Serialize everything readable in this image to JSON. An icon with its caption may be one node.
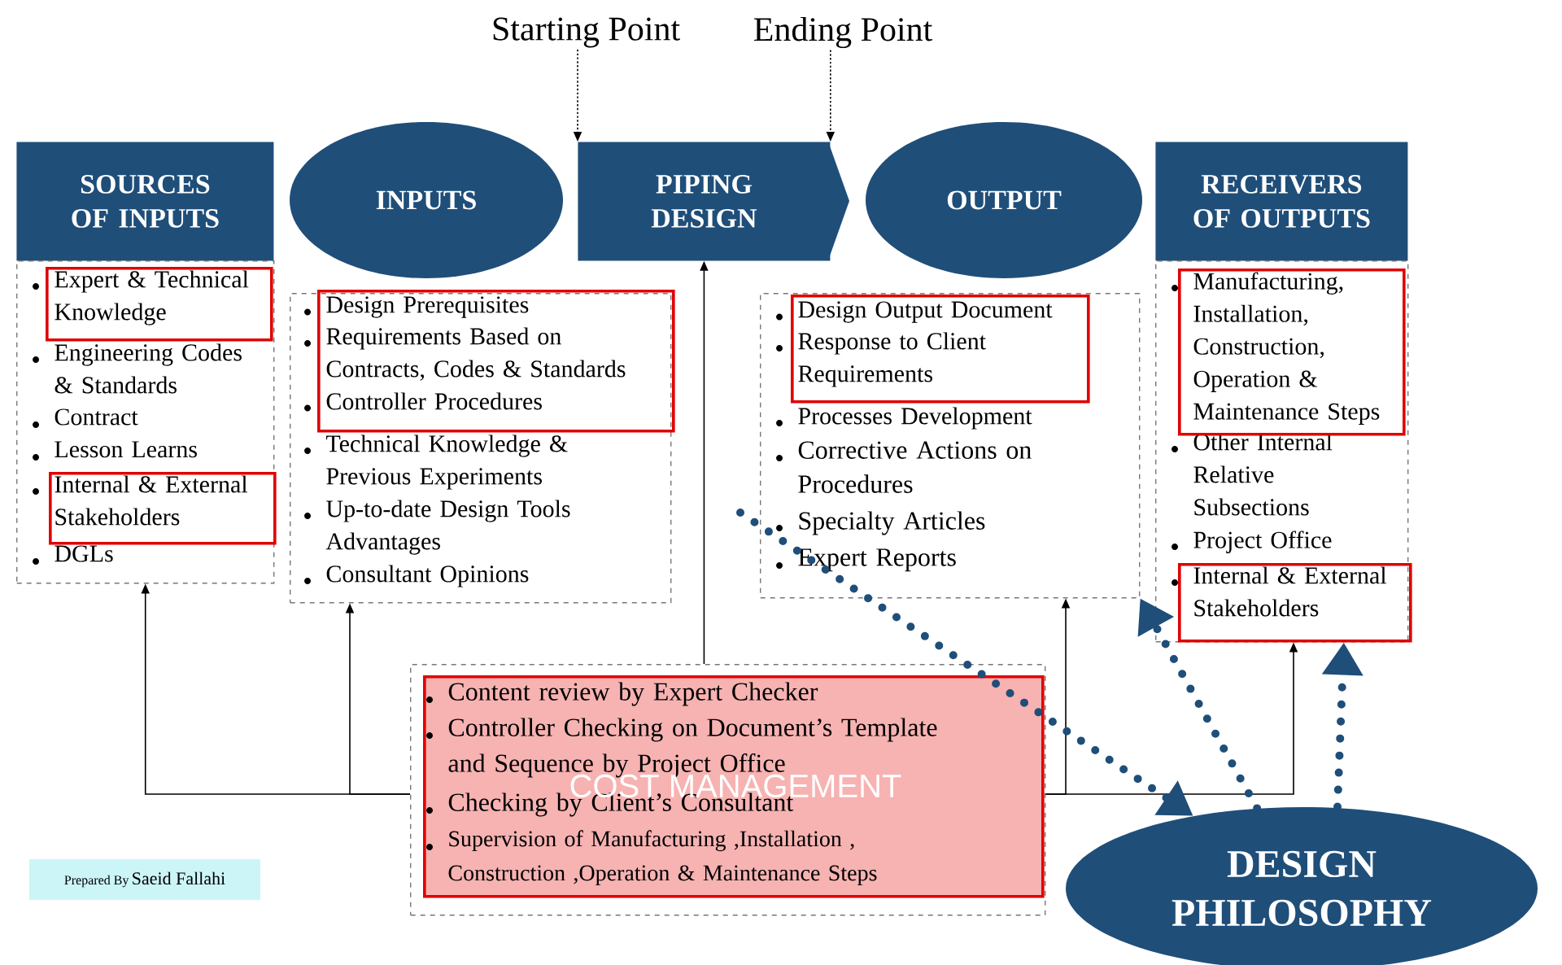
{
  "diagram": {
    "nodes": [
      {
        "text": [
          "SOURCES OF INPUTS"
        ]
      },
      {
        "text": [
          "Engineering Codes & Standards",
          "Contract",
          "Lesson Learns",
          "DGLs"
        ]
      },
      {
        "text": [
          "Expert & Technical Knowledge"
        ],
        "in": 1
      },
      {
        "text": [
          "Internal & External Stakeholders"
        ],
        "in": 1
      },
      {
        "text": [
          "INPUTS"
        ]
      },
      {
        "text": [
          "Technical Knowledge & Previous Experiments",
          "Up-to-date Design Tools Advantages",
          "Consultant Opinions"
        ]
      },
      {
        "text": [
          "Design Prerequisites",
          "Requirements Based on Contracts,  Codes & Standards",
          "Controller Procedures"
        ],
        "in": 5
      },
      {
        "text": [
          "PIPING DESIGN"
        ]
      },
      {
        "text": [
          "OUTPUT"
        ]
      },
      {
        "text": [
          "Processes Development",
          "Corrective Actions on Procedures",
          "Specialty Articles",
          "Expert Reports"
        ]
      },
      {
        "text": [
          "Design Output Document",
          "Response to Client Requirements"
        ],
        "in": 9
      },
      {
        "text": [
          "RECEIVERS OF OUTPUTS"
        ]
      },
      {
        "text": [
          "Other Internal Relative Subsections",
          "Project Office"
        ]
      },
      {
        "text": [
          "Manufacturing, Installation, Construction, Operation & Maintenance Steps"
        ],
        "in": 12
      },
      {
        "text": [
          "Internal & External Stakeholders"
        ],
        "in": 12
      },
      {
        "text": [],
        "shape": "box"
      },
      {
        "text": [
          "Content review by Expert Checker",
          "Controller Checking on Document’s Template and Sequence by Project Office",
          "Checking by Client’s Consultant",
          "Supervision of Manufacturing ,Installation , Construction ,Operation & Maintenance Steps"
        ],
        "in": 15
      },
      {
        "text": [
          "DESIGN PHILOSOPHY"
        ]
      },
      {
        "text": [
          "Starting Point"
        ]
      },
      {
        "text": [
          "Ending Point"
        ]
      },
      {
        "text": [
          "Prepared By",
          "Saeid Fallahi"
        ]
      }
    ],
    "edges": [
      {
        "from": 18,
        "to": 7,
        "arrow": "to",
        "style": "dashed"
      },
      {
        "from": 19,
        "to": 7,
        "arrow": "to",
        "style": "dashed"
      },
      {
        "from": 15,
        "to": 1,
        "arrow": "to"
      },
      {
        "from": 15,
        "to": 5,
        "arrow": "to"
      },
      {
        "from": 15,
        "to": 7,
        "arrow": "to"
      },
      {
        "from": 15,
        "to": 9,
        "arrow": "to"
      },
      {
        "from": 15,
        "to": 12,
        "arrow": "to"
      },
      {
        "from": null,
        "to": 17,
        "arrow": "to",
        "style": "dashed",
        "color": "#1f4e79"
      },
      {
        "from": 17,
        "to": 9,
        "arrow": "to",
        "style": "dashed",
        "color": "#1f4e79"
      },
      {
        "from": 17,
        "to": 14,
        "arrow": "to",
        "style": "dashed",
        "color": "#1f4e79"
      }
    ],
    "labels": [
      "COST MANAGEMENT"
    ]
  }
}
